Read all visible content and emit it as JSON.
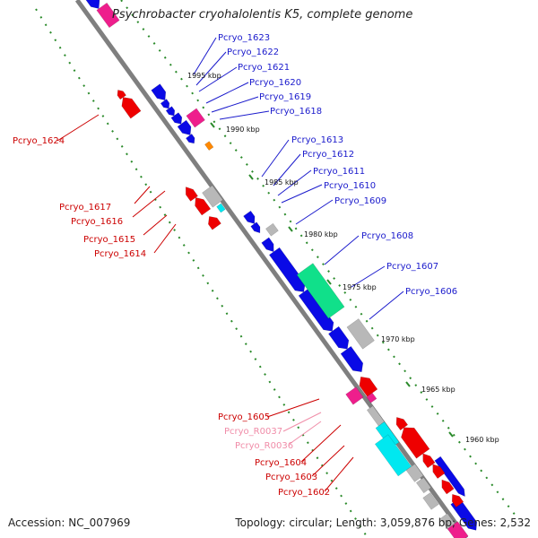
{
  "title": "Psychrobacter cryohalolentis K5, complete genome",
  "accession": "Accession: NC_007969",
  "topology": "Topology: circular; Length: 3,059,876 bp; Genes: 2,532",
  "colors": {
    "forward_label": "#1a1acc",
    "reverse_label": "#cc0000",
    "rna_label": "#f08ca8",
    "backbone": "#7f7f7f",
    "tick": "#2a8a2a",
    "blue_gene": "#0a0ae6",
    "red_gene": "#ee0000",
    "grey_gene": "#b8b8b8",
    "pink_gene": "#ee1e8c",
    "teal_gene": "#10e08a",
    "cyan_gene": "#00e8f0",
    "orange_gene": "#ff8800"
  },
  "kbp_labels": [
    "1995 kbp",
    "1990 kbp",
    "1985 kbp",
    "1980 kbp",
    "1975 kbp",
    "1970 kbp",
    "1965 kbp",
    "1960 kbp"
  ],
  "forward_genes": [
    "Pcryo_1623",
    "Pcryo_1622",
    "Pcryo_1621",
    "Pcryo_1620",
    "Pcryo_1619",
    "Pcryo_1618",
    "Pcryo_1613",
    "Pcryo_1612",
    "Pcryo_1611",
    "Pcryo_1610",
    "Pcryo_1609",
    "Pcryo_1608",
    "Pcryo_1607",
    "Pcryo_1606"
  ],
  "reverse_genes": [
    "Pcryo_1624",
    "Pcryo_1617",
    "Pcryo_1616",
    "Pcryo_1615",
    "Pcryo_1614",
    "Pcryo_1605",
    "Pcryo_R0037",
    "Pcryo_R0036",
    "Pcryo_1604",
    "Pcryo_1603",
    "Pcryo_1602"
  ]
}
